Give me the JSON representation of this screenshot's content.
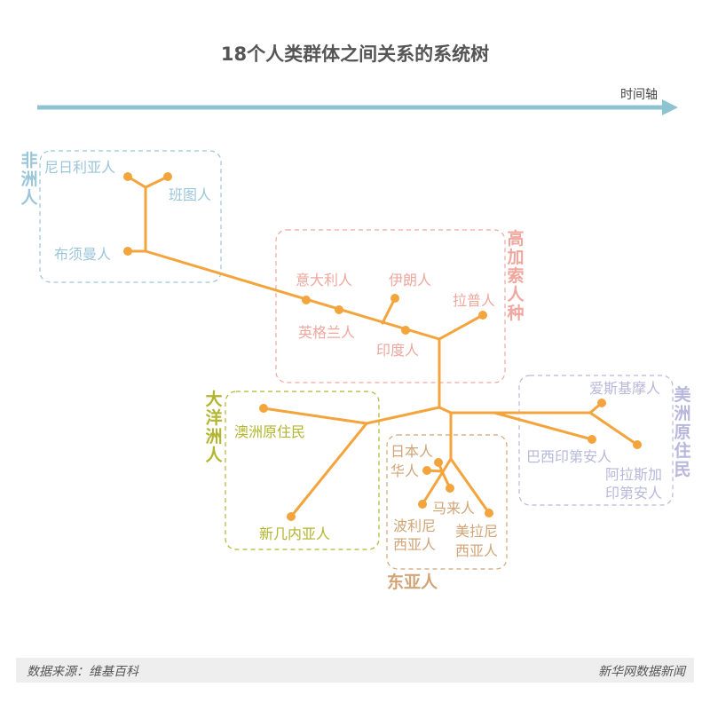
{
  "title": "18个人类群体之间关系的系统树",
  "time_axis_label": "时间轴",
  "colors": {
    "branch": "#F4A43C",
    "africa": "#9BC6D9",
    "caucasian": "#EFA79E",
    "oceania": "#B2B52E",
    "east_asia": "#D1A577",
    "americas": "#B9B7DB",
    "axis": "#8EC3D1"
  },
  "groups": {
    "africa": {
      "name": "非洲人",
      "members": [
        "尼日利亚人",
        "班图人",
        "布须曼人"
      ]
    },
    "caucasian": {
      "name": "高加索人种",
      "members": [
        "意大利人",
        "伊朗人",
        "拉普人",
        "英格兰人",
        "印度人"
      ]
    },
    "oceania": {
      "name": "大洋洲人",
      "members": [
        "澳洲原住民",
        "新几内亚人"
      ]
    },
    "east_asia": {
      "name": "东亚人",
      "members": [
        "日本人",
        "华人",
        "马来人",
        "波利尼",
        "西亚人",
        "美拉尼",
        "西亚人"
      ]
    },
    "americas": {
      "name": "美洲原住民",
      "members": [
        "爱斯基摩人",
        "巴西印第安人",
        "阿拉斯加",
        "印第安人"
      ]
    }
  },
  "footer": {
    "source": "数据来源：维基百科",
    "brand": "新华网数据新闻"
  }
}
